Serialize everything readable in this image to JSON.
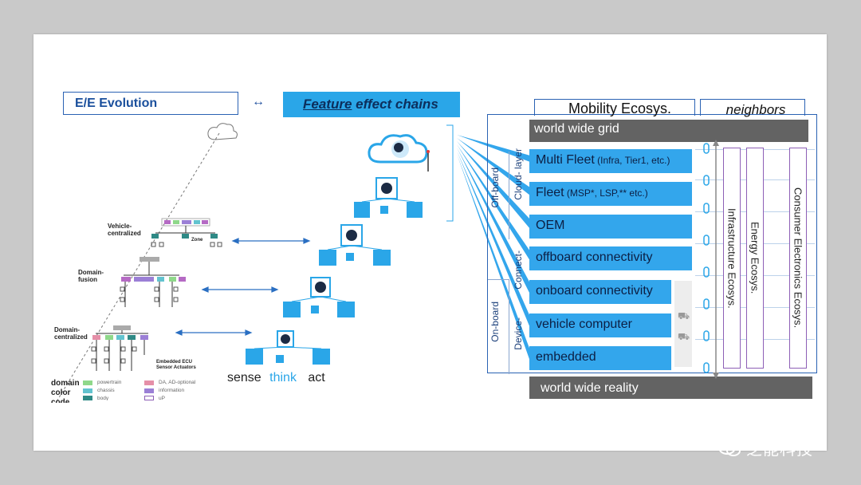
{
  "left": {
    "ee_evolution": "E/E Evolution",
    "feature_effect_chains_a": "Feature",
    "feature_effect_chains_b": "effect chains",
    "levels": [
      {
        "label1": "Vehicle-",
        "label2": "centralized",
        "zone": "Zone"
      },
      {
        "label1": "Domain-",
        "label2": "fusion"
      },
      {
        "label1": "Domain-",
        "label2": "centralized"
      }
    ],
    "embedded_note_1": "Embedded ECU",
    "embedded_note_2": "Sensor Actuators",
    "legend": {
      "title1": "domain",
      "title2": "color",
      "title3": "code",
      "items": [
        {
          "label": "powertrain",
          "color": "#8fd88a"
        },
        {
          "label": "chassis",
          "color": "#62c3cf"
        },
        {
          "label": "body",
          "color": "#2f8a86"
        },
        {
          "label": "DA, AD-optional",
          "color": "#e58fa8"
        },
        {
          "label": "information",
          "color": "#9b7fd6"
        },
        {
          "label": "uP",
          "color": "#ffffff"
        }
      ]
    },
    "sense": "sense",
    "think": "think",
    "act": "act"
  },
  "right": {
    "mobility_title": "Mobility Ecosys.",
    "neighbors_title": "neighbors",
    "world_wide_grid": "world wide grid",
    "world_wide_reality": "world wide reality",
    "off_board": "Off-board",
    "on_board": "On-board",
    "cloud_layer": "Cloud- layer",
    "connect": "Connect-",
    "device": "Device-",
    "bars": [
      {
        "main": "Multi Fleet",
        "sub": " (Infra, Tier1, etc.)"
      },
      {
        "main": "Fleet",
        "sub": " (MSP*, LSP,** etc.)"
      },
      {
        "main": "OEM",
        "sub": ""
      },
      {
        "main": "offboard connectivity",
        "sub": ""
      },
      {
        "main": "onboard connectivity",
        "sub": ""
      },
      {
        "main": "vehicle computer",
        "sub": ""
      },
      {
        "main": "embedded",
        "sub": ""
      }
    ],
    "ecosystems": [
      "Infrastructure Ecosys.",
      "Energy Ecosys.",
      "Consumer Electronics Ecosys."
    ]
  },
  "watermark": "芝能科技",
  "colors": {
    "accent_blue": "#33a6ec",
    "dark_blue": "#2a62b3",
    "grey_bar": "#636363",
    "purple": "#8d5fb6"
  }
}
